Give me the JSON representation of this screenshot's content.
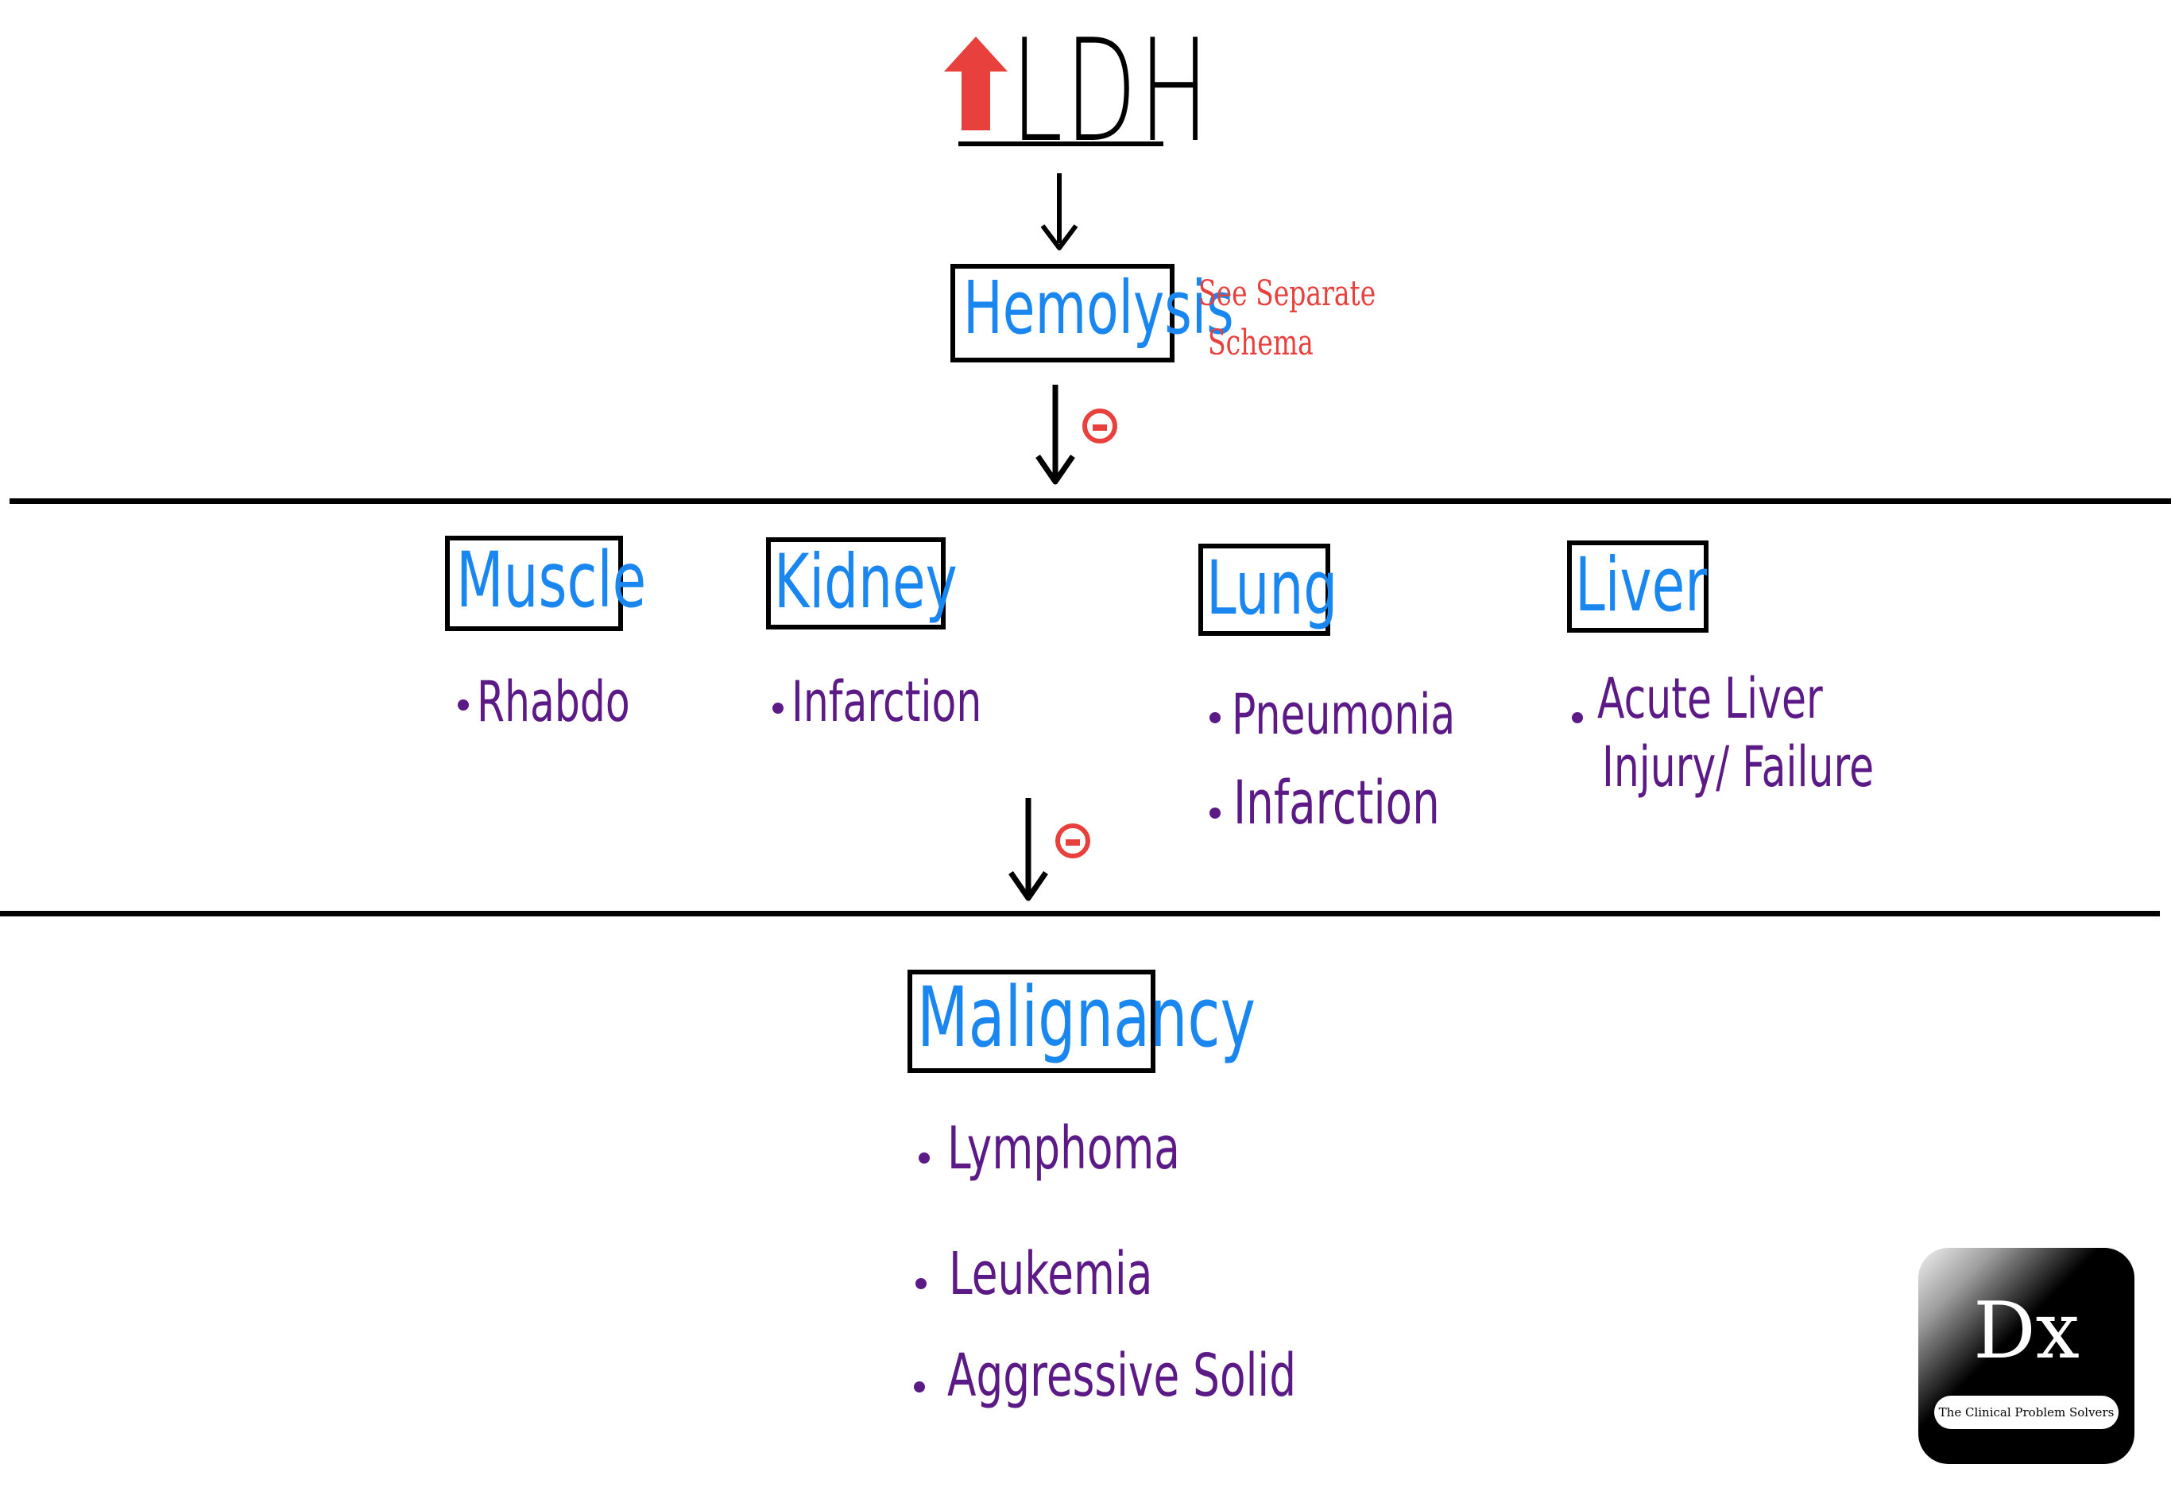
{
  "title": "LDH",
  "arrow_color": "#e8403c",
  "accent_blue": "#1a87f0",
  "bullet_purple": "#5c1a86",
  "hemolysis": {
    "label": "Hemolysis",
    "note_line1": "See Separate",
    "note_line2": "Schema"
  },
  "organs": [
    {
      "label": "Muscle",
      "items": [
        "Rhabdo"
      ]
    },
    {
      "label": "Kidney",
      "items": [
        "Infarction"
      ]
    },
    {
      "label": "Lung",
      "items": [
        "Pneumonia",
        "Infarction"
      ]
    },
    {
      "label": "Liver",
      "items": [
        "Acute Liver",
        "Injury/ Failure"
      ]
    }
  ],
  "malignancy": {
    "label": "Malignancy",
    "items": [
      "Lymphoma",
      "Leukemia",
      "Aggressive Solid"
    ]
  },
  "negative_symbol": "minus-circle-icon",
  "logo": {
    "mark": "Dx",
    "text": "The Clinical Problem Solvers"
  }
}
